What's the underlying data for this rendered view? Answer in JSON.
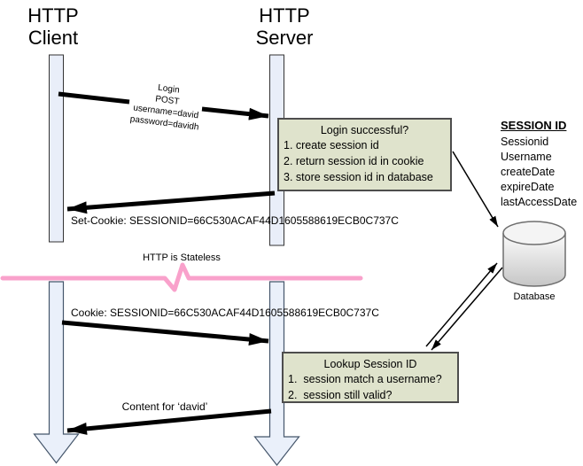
{
  "diagram": {
    "client_title": "HTTP\nClient",
    "server_title": "HTTP\nServer"
  },
  "messages": {
    "login": {
      "label": "Login\nPOST\nusername=david\npassword=davidh"
    },
    "set_cookie": {
      "label": "Set-Cookie: SESSIONID=66C530ACAF44D1605588619ECB0C737C"
    },
    "cookie": {
      "label": "Cookie: SESSIONID=66C530ACAF44D1605588619ECB0C737C"
    },
    "content": {
      "label": "Content for ‘david’"
    }
  },
  "divider": {
    "label": "HTTP is Stateless",
    "color": "#F9A1CB"
  },
  "notes": {
    "login": {
      "title": "Login successful?",
      "items": [
        "1. create session id",
        "2. return session id in cookie",
        "3. store session id in database"
      ]
    },
    "lookup": {
      "title": "Lookup Session ID",
      "items": [
        "1.  session match a username?",
        "2.  session still valid?"
      ]
    }
  },
  "schema": {
    "title": "SESSION ID",
    "fields": [
      "Sessionid",
      "Username",
      "createDate",
      "expireDate",
      "lastAccessDate"
    ]
  },
  "database": {
    "label": "Database"
  },
  "colors": {
    "note_fill": "#DFE3CC",
    "note_border": "#4D4D4D",
    "lifeline_fill": "#E9EEF9",
    "lifeline_border": "#333333",
    "divider_pink": "#F9A1CB",
    "arrow_black": "#000000",
    "cylinder_border": "#6E6E6E"
  }
}
